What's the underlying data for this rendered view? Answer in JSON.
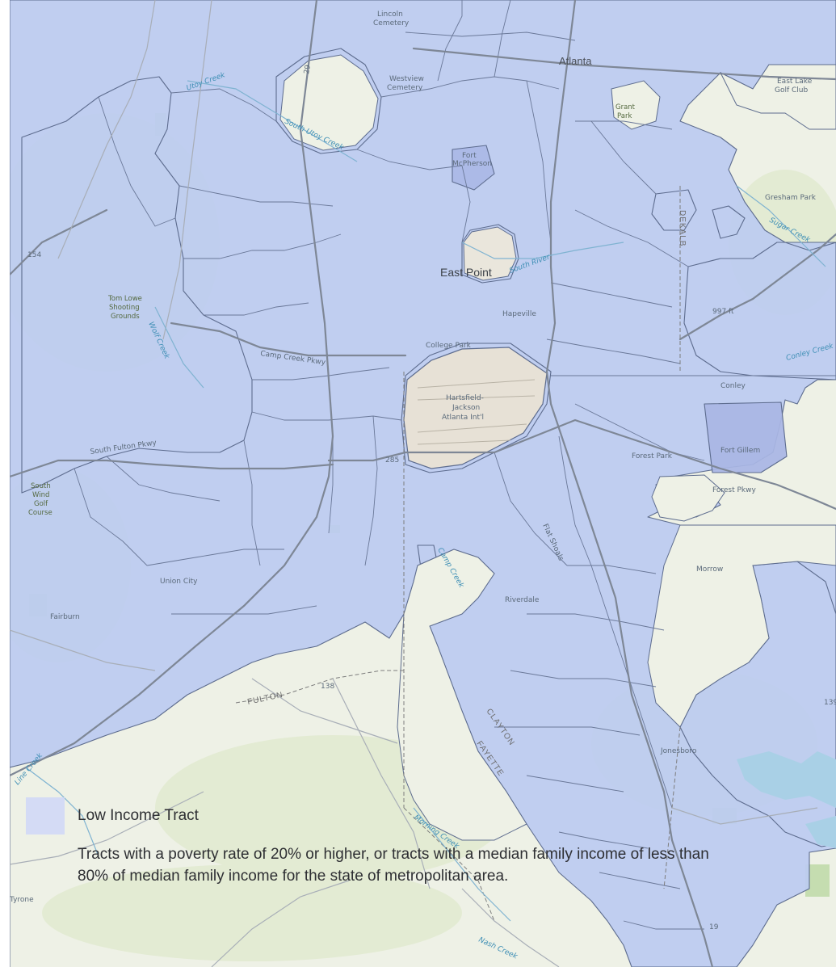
{
  "legend": {
    "swatch_color": "#d4dbf5",
    "title": "Low Income Tract",
    "description": "Tracts with a poverty rate of 20% or higher, or tracts with a median family income of less than 80% of median family income for the state of metropolitan area."
  },
  "map": {
    "tract_fill": "#bccbf0",
    "base_color": "#eef1e6",
    "park_color": "#c5ddb0",
    "labels": {
      "atlanta": "Atlanta",
      "east_point": "East Point",
      "college_park": "College Park",
      "hapeville": "Hapeville",
      "airport_1": "Hartsfield-",
      "airport_2": "Jackson",
      "airport_3": "Atlanta Int'l",
      "forest_park": "Forest Park",
      "forest_pkwy": "Forest Pkwy",
      "fort_gillem": "Fort Gillem",
      "conley": "Conley",
      "morrow": "Morrow",
      "riverdale": "Riverdale",
      "union_city": "Union City",
      "fairburn": "Fairburn",
      "jonesboro": "Jonesboro",
      "tyrone": "Tyrone",
      "fulton": "FULTON",
      "fayette": "FAYETTE",
      "clayton": "CLAYTON",
      "dekalb": "DEKALB",
      "fort_mcpherson_1": "Fort",
      "fort_mcpherson_2": "McPherson",
      "westview_1": "Westview",
      "westview_2": "Cemetery",
      "lincoln_1": "Lincoln",
      "lincoln_2": "Cemetery",
      "grant_park_1": "Grant",
      "grant_park_2": "Park",
      "east_lake_1": "East Lake",
      "east_lake_2": "Golf Club",
      "gresham_park": "Gresham Park",
      "tom_lowe_1": "Tom Lowe",
      "tom_lowe_2": "Shooting",
      "tom_lowe_3": "Grounds",
      "south_wind_1": "South",
      "south_wind_2": "Wind",
      "south_wind_3": "Golf",
      "south_wind_4": "Course",
      "south_fulton_pkwy": "South Fulton Pkwy",
      "camp_creek_pkwy": "Camp Creek Pkwy",
      "utoy_creek": "Utoy Creek",
      "south_utoy_creek": "South Utoy Creek",
      "wolf_creek": "Wolf Creek",
      "camp_creek": "Camp Creek",
      "south_river": "South River",
      "sugar_creek": "Sugar Creek",
      "conley_creek": "Conley Creek",
      "line_creek": "Line Creek",
      "morning_creek": "Morning Creek",
      "nash_creek": "Nash Creek",
      "flat_shoals": "Flat Shoals",
      "hwy_154": "154",
      "hwy_138": "138",
      "hwy_139": "139",
      "hwy_285": "285",
      "hwy_29": "29",
      "hwy_19": "19",
      "hwy_997": "997 ft"
    }
  }
}
